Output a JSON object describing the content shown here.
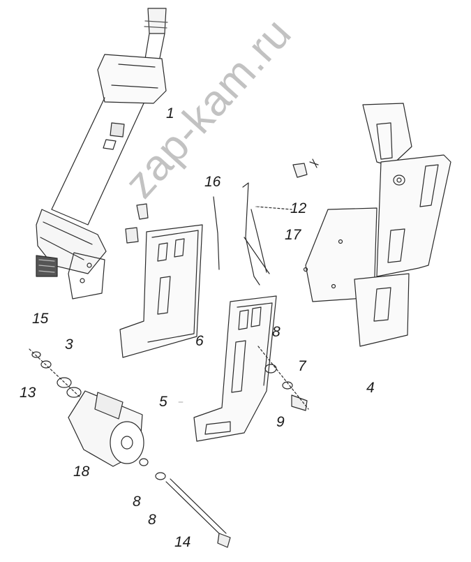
{
  "diagram": {
    "watermark": "zap-kam.ru",
    "callouts": [
      {
        "id": "c1",
        "text": "1"
      },
      {
        "id": "c16",
        "text": "16"
      },
      {
        "id": "c12",
        "text": "12"
      },
      {
        "id": "c17",
        "text": "17"
      },
      {
        "id": "c15",
        "text": "15"
      },
      {
        "id": "c3",
        "text": "3"
      },
      {
        "id": "c6",
        "text": "6"
      },
      {
        "id": "c8a",
        "text": "8"
      },
      {
        "id": "c7",
        "text": "7"
      },
      {
        "id": "c13",
        "text": "13"
      },
      {
        "id": "c5",
        "text": "5"
      },
      {
        "id": "c4",
        "text": "4"
      },
      {
        "id": "c9",
        "text": "9"
      },
      {
        "id": "c18",
        "text": "18"
      },
      {
        "id": "c8b",
        "text": "8"
      },
      {
        "id": "c8c",
        "text": "8"
      },
      {
        "id": "c14",
        "text": "14"
      }
    ]
  }
}
